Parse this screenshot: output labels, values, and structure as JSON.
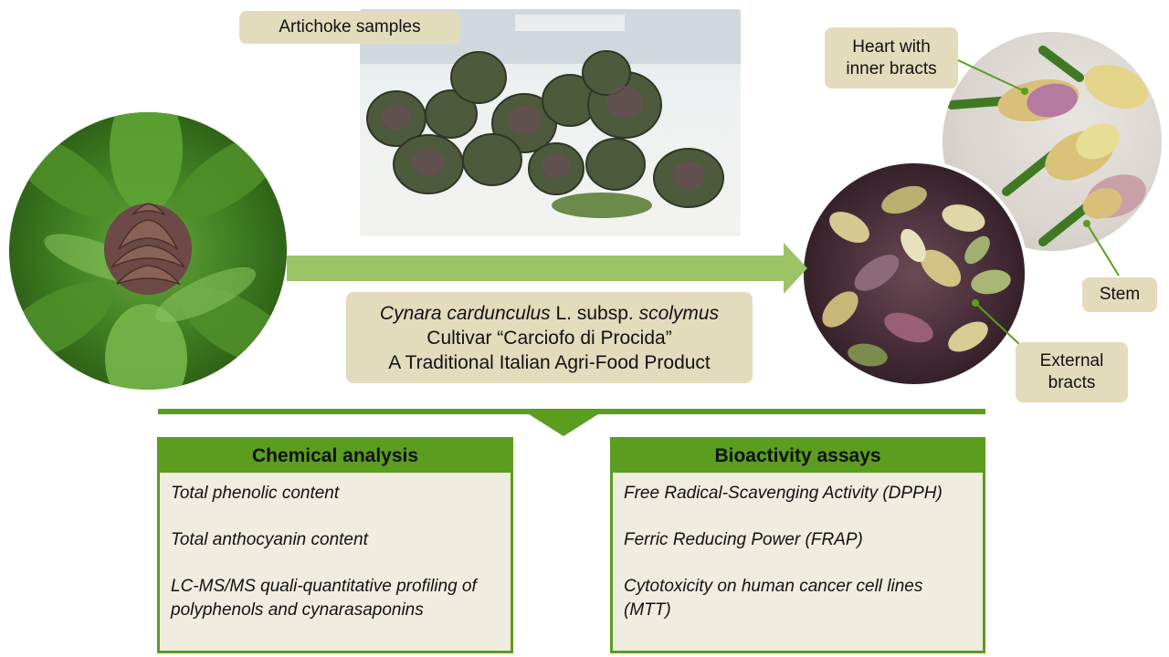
{
  "labels": {
    "samples": "Artichoke samples",
    "heart": [
      "Heart with",
      "inner bracts"
    ],
    "stem": "Stem",
    "external": [
      "External",
      "bracts"
    ]
  },
  "center": {
    "species_italic": "Cynara cardunculus",
    "species_mid": " L. subsp. ",
    "species_italic2": "scolymus",
    "cultivar": "Cultivar “Carciofo di Procida”",
    "product": "A Traditional Italian Agri-Food Product"
  },
  "chemical": {
    "title": "Chemical analysis",
    "items": [
      "Total phenolic content",
      "Total anthocyanin content",
      "LC-MS/MS quali-quantitative profiling of polyphenols and cynarasaponins"
    ]
  },
  "bioactivity": {
    "title": "Bioactivity assays",
    "items": [
      "Free Radical-Scavenging Activity (DPPH)",
      "Ferric Reducing Power (FRAP)",
      "Cytotoxicity on human cancer cell lines (MTT)"
    ]
  },
  "colors": {
    "green": "#5b9d1f",
    "arrow": "#9bc467",
    "tan": "#e2dcbd",
    "box_bg": "#f0ede0"
  }
}
